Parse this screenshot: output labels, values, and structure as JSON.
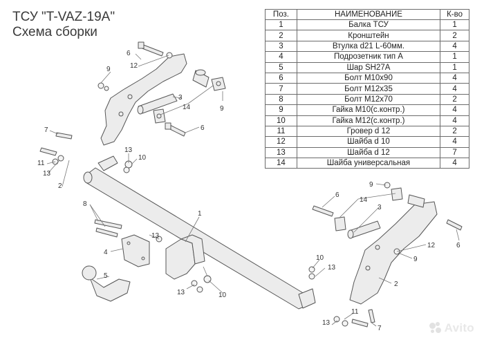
{
  "title": {
    "line1": "ТСУ \"T-VAZ-19A\"",
    "line2": "Схема сборки"
  },
  "table": {
    "headers": [
      "Поз.",
      "НАИМЕНОВАНИЕ",
      "К-во"
    ],
    "rows": [
      [
        "1",
        "Балка ТСУ",
        "1"
      ],
      [
        "2",
        "Кронштейн",
        "2"
      ],
      [
        "3",
        "Втулка d21 L-60мм.",
        "4"
      ],
      [
        "4",
        "Подрозетник тип А",
        "1"
      ],
      [
        "5",
        "Шар SH27A",
        "1"
      ],
      [
        "6",
        "Болт M10x90",
        "4"
      ],
      [
        "7",
        "Болт M12x35",
        "4"
      ],
      [
        "8",
        "Болт M12x70",
        "2"
      ],
      [
        "9",
        "Гайка M10(с.контр.)",
        "4"
      ],
      [
        "10",
        "Гайка M12(с.контр.)",
        "4"
      ],
      [
        "11",
        "Гровер d 12",
        "2"
      ],
      [
        "12",
        "Шайба d 10",
        "4"
      ],
      [
        "13",
        "Шайба d 12",
        "7"
      ],
      [
        "14",
        "Шайба универсальная",
        "4"
      ]
    ]
  },
  "callouts": [
    "1",
    "2",
    "3",
    "4",
    "5",
    "6",
    "7",
    "8",
    "9",
    "10",
    "11",
    "12",
    "13",
    "14"
  ],
  "watermark": "Avito",
  "colors": {
    "line": "#555555",
    "part_fill": "#ececec",
    "table_border": "#6a6a6a"
  }
}
